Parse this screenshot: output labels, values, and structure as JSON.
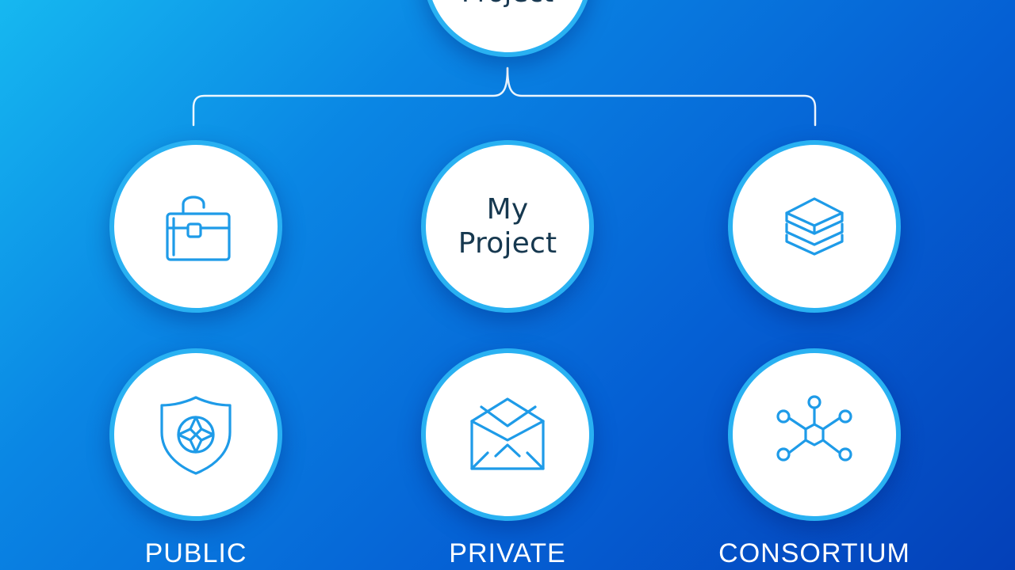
{
  "diagram": {
    "top_node": {
      "label": "Project"
    },
    "center_node": {
      "line1": "My",
      "line2": "Project"
    },
    "icons": {
      "row1_left": "briefcase-icon",
      "row1_right": "layers-icon",
      "row2_left": "shield-icon",
      "row2_center": "envelope-icon",
      "row2_right": "network-nodes-icon"
    },
    "categories": [
      "PUBLIC",
      "PRIVATE",
      "CONSORTIUM"
    ],
    "colors": {
      "background_start": "#16b8f0",
      "background_end": "#0440b8",
      "node_fill": "#ffffff",
      "node_ring": "#29b1f2",
      "icon_stroke": "#1e9be8",
      "label_text": "#ffffff"
    }
  }
}
